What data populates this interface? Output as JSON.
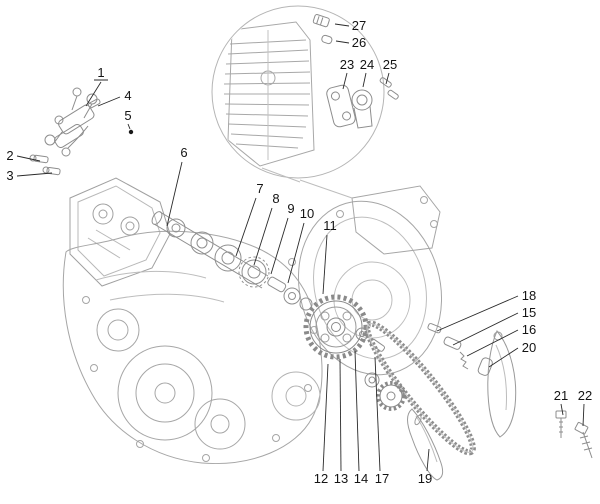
{
  "figure": {
    "type": "exploded-parts-diagram",
    "subject": "engine timing system line drawing",
    "background": "#ffffff",
    "line_color": "#9a9a9a",
    "callout_color": "#141414"
  },
  "callouts": [
    {
      "label": "1",
      "text": [
        101,
        77
      ],
      "leader": [
        [
          101,
          82
        ],
        [
          86,
          106
        ]
      ],
      "underline": true
    },
    {
      "label": "2",
      "text": [
        10,
        160
      ],
      "leader": [
        [
          17,
          156
        ],
        [
          40,
          161
        ]
      ]
    },
    {
      "label": "3",
      "text": [
        10,
        180
      ],
      "leader": [
        [
          17,
          176
        ],
        [
          52,
          173
        ]
      ]
    },
    {
      "label": "4",
      "text": [
        128,
        100
      ],
      "leader": [
        [
          120,
          97
        ],
        [
          98,
          106
        ]
      ]
    },
    {
      "label": "5",
      "text": [
        128,
        120
      ],
      "leader": [
        [
          128,
          124
        ],
        [
          130,
          129
        ]
      ],
      "dot": [
        131,
        132
      ]
    },
    {
      "label": "6",
      "text": [
        184,
        157
      ],
      "leader": [
        [
          182,
          162
        ],
        [
          167,
          226
        ]
      ]
    },
    {
      "label": "7",
      "text": [
        260,
        193
      ],
      "leader": [
        [
          256,
          198
        ],
        [
          236,
          256
        ]
      ]
    },
    {
      "label": "8",
      "text": [
        276,
        203
      ],
      "leader": [
        [
          272,
          208
        ],
        [
          254,
          265
        ]
      ]
    },
    {
      "label": "9",
      "text": [
        291,
        213
      ],
      "leader": [
        [
          288,
          218
        ],
        [
          271,
          274
        ]
      ]
    },
    {
      "label": "10",
      "text": [
        307,
        218
      ],
      "leader": [
        [
          304,
          223
        ],
        [
          288,
          283
        ]
      ]
    },
    {
      "label": "11",
      "text": [
        330,
        230
      ],
      "leader": [
        [
          327,
          235
        ],
        [
          323,
          294
        ]
      ]
    },
    {
      "label": "12",
      "text": [
        321,
        483
      ],
      "leader": [
        [
          323,
          471
        ],
        [
          328,
          364
        ]
      ]
    },
    {
      "label": "13",
      "text": [
        341,
        483
      ],
      "leader": [
        [
          341,
          471
        ],
        [
          340,
          359
        ]
      ]
    },
    {
      "label": "14",
      "text": [
        361,
        483
      ],
      "leader": [
        [
          359,
          471
        ],
        [
          355,
          351
        ]
      ]
    },
    {
      "label": "15",
      "text": [
        529,
        317
      ],
      "leader": [
        [
          518,
          313
        ],
        [
          453,
          345
        ]
      ]
    },
    {
      "label": "16",
      "text": [
        529,
        334
      ],
      "leader": [
        [
          518,
          330
        ],
        [
          467,
          356
        ]
      ]
    },
    {
      "label": "17",
      "text": [
        382,
        483
      ],
      "leader": [
        [
          380,
          471
        ],
        [
          375,
          357
        ]
      ]
    },
    {
      "label": "18",
      "text": [
        529,
        300
      ],
      "leader": [
        [
          518,
          296
        ],
        [
          437,
          331
        ]
      ]
    },
    {
      "label": "19",
      "text": [
        425,
        483
      ],
      "leader": [
        [
          427,
          471
        ],
        [
          429,
          449
        ]
      ]
    },
    {
      "label": "20",
      "text": [
        529,
        352
      ],
      "leader": [
        [
          518,
          348
        ],
        [
          489,
          367
        ]
      ]
    },
    {
      "label": "21",
      "text": [
        561,
        400
      ],
      "leader": [
        [
          561,
          404
        ],
        [
          563,
          415
        ]
      ]
    },
    {
      "label": "22",
      "text": [
        585,
        400
      ],
      "leader": [
        [
          584,
          404
        ],
        [
          583,
          426
        ]
      ]
    },
    {
      "label": "23",
      "text": [
        347,
        69
      ],
      "leader": [
        [
          347,
          73
        ],
        [
          343,
          89
        ]
      ]
    },
    {
      "label": "24",
      "text": [
        367,
        69
      ],
      "leader": [
        [
          366,
          73
        ],
        [
          363,
          87
        ]
      ]
    },
    {
      "label": "25",
      "text": [
        390,
        69
      ],
      "leader": [
        [
          389,
          73
        ],
        [
          386,
          84
        ]
      ]
    },
    {
      "label": "26",
      "text": [
        359,
        47
      ],
      "leader": [
        [
          349,
          43
        ],
        [
          336,
          41
        ]
      ]
    },
    {
      "label": "27",
      "text": [
        359,
        30
      ],
      "leader": [
        [
          349,
          26
        ],
        [
          335,
          24
        ]
      ]
    }
  ]
}
